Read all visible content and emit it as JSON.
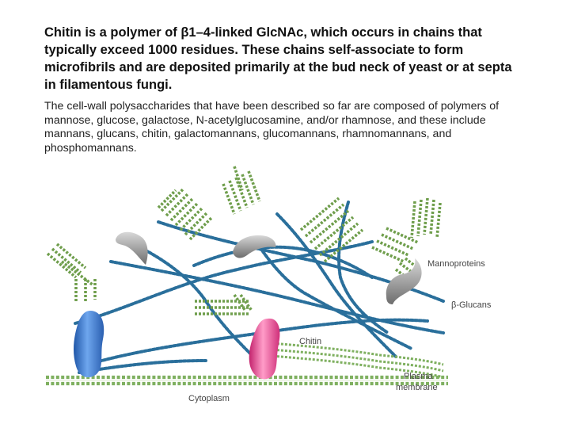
{
  "text": {
    "para1": "Chitin is a polymer of β1–4-linked GlcNAc, which occurs in chains that typically exceed 1000 residues. These chains self-associate to form microfibrils and are deposited primarily at the bud neck of yeast or at septa in filamentous fungi.",
    "para2": "The cell-wall polysaccharides that have been described so far are composed of polymers of mannose, glucose, galactose, N-acetylglucosamine, and/or rhamnose, and these include mannans, glucans, chitin, galactomannans, glucomannans, rhamnomannans, and phosphomannans."
  },
  "diagram": {
    "labels": {
      "mannoproteins": "Mannoproteins",
      "glucans": "β-Glucans",
      "chitin": "Chitin",
      "plasma": "Plasma",
      "membrane": "membrane",
      "cytoplasm": "Cytoplasm"
    },
    "colors": {
      "mannan_green": "#6f9e4c",
      "glucan_blue": "#2a6f9b",
      "chitin_green": "#7fb060",
      "membrane_green": "#7fb060",
      "protein_blue": "#3b78c8",
      "protein_pink": "#e2488f",
      "protein_gray": "#9a9a9a"
    }
  }
}
